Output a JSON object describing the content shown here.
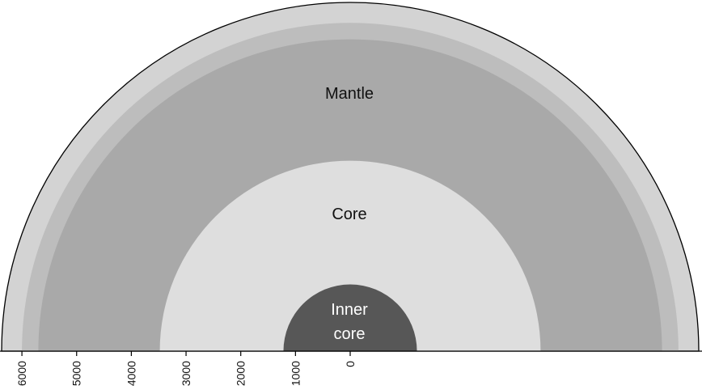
{
  "diagram": {
    "labels": {
      "mantle": "Mantle",
      "core": "Core",
      "inner_core_line1": "Inner",
      "inner_core_line2": "core"
    },
    "layers": [
      {
        "key": "crust-outer",
        "outer_radius_km": 6371,
        "color": "#d3d3d3"
      },
      {
        "key": "upper-mantle",
        "outer_radius_km": 6000,
        "color": "#bdbdbd"
      },
      {
        "key": "mantle",
        "outer_radius_km": 5700,
        "color": "#a9a9a9"
      },
      {
        "key": "core",
        "outer_radius_km": 3480,
        "color": "#dedede"
      },
      {
        "key": "inner-core",
        "outer_radius_km": 1220,
        "color": "#575757"
      }
    ],
    "axis": {
      "ticks": [
        6000,
        5000,
        4000,
        3000,
        2000,
        1000,
        0
      ],
      "tick_labels": [
        "6000",
        "5000",
        "4000",
        "3000",
        "2000",
        "1000",
        "0"
      ]
    }
  }
}
